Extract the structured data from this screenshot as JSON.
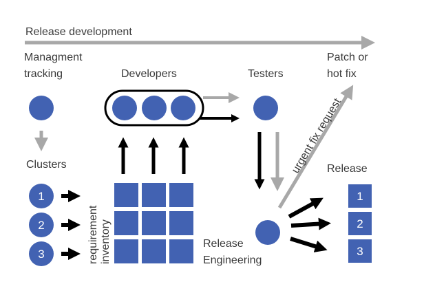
{
  "title": "Release development",
  "colors": {
    "node": "#4262b2",
    "gray_arrow": "#a8a8a8",
    "black_arrow": "#000000",
    "text": "#3a3a3a"
  },
  "labels": {
    "management": [
      "Managment",
      "tracking"
    ],
    "developers": "Developers",
    "testers": "Testers",
    "patch": [
      "Patch or",
      "hot fix"
    ],
    "clusters": "Clusters",
    "requirement": [
      "requirement",
      "inventory"
    ],
    "release_engineering": [
      "Release",
      "Engineering"
    ],
    "release": "Release",
    "urgent": "urgent fix request"
  },
  "clusters": [
    "1",
    "2",
    "3"
  ],
  "releases": [
    "1",
    "2",
    "3"
  ],
  "developer_count": 3,
  "inventory_grid": {
    "rows": 3,
    "cols": 3
  }
}
